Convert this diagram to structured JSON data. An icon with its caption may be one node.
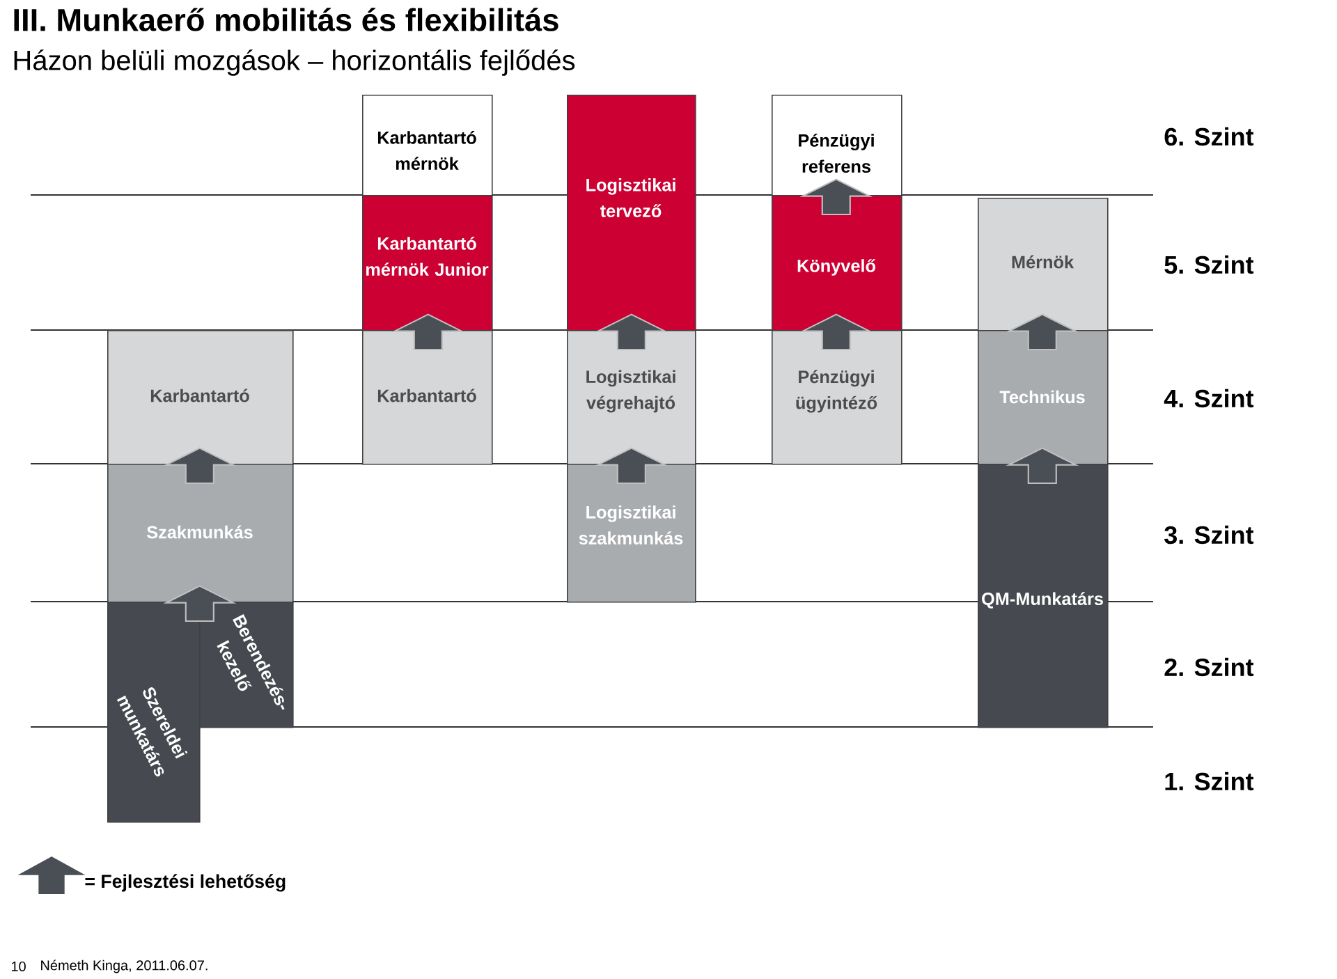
{
  "diagram": {
    "title": "III. Munkaerő mobilitás és flexibilitás",
    "nodes": [
      {
        "text": [
          "Karbantartó mérnök"
        ]
      },
      {
        "text": [
          "Logisztikai tervező"
        ]
      },
      {
        "text": [
          "Pénzügyi referens"
        ]
      },
      {
        "text": [
          "Karbantartó mérnök Junior"
        ]
      },
      {
        "text": [
          "Könyvelő"
        ]
      },
      {
        "text": [
          "Mérnök"
        ]
      },
      {
        "text": [
          "Karbantartó"
        ]
      },
      {
        "text": [
          "Karbantartó"
        ]
      },
      {
        "text": [
          "Logisztikai végrehajtó"
        ]
      },
      {
        "text": [
          "Pénzügyi ügyintéző"
        ]
      },
      {
        "text": [
          "Technikus"
        ]
      },
      {
        "text": [
          "Szakmunkás"
        ]
      },
      {
        "text": [
          "Logisztikai szakmunkás"
        ]
      },
      {
        "text": [
          "QM-Munkatárs"
        ]
      },
      {
        "text": [
          "Szereldei munkatárs"
        ]
      },
      {
        "text": [
          "Berendezés-kezelő"
        ]
      }
    ],
    "edges": [
      {
        "from": 4,
        "to": 2,
        "arrow": "to"
      },
      {
        "from": 7,
        "to": 3,
        "arrow": "to"
      },
      {
        "from": 8,
        "to": 1,
        "arrow": "to"
      },
      {
        "from": 9,
        "to": 4,
        "arrow": "to"
      },
      {
        "from": 10,
        "to": 5,
        "arrow": "to"
      },
      {
        "from": 11,
        "to": 6,
        "arrow": "to"
      },
      {
        "from": 12,
        "to": 8,
        "arrow": "to"
      },
      {
        "from": 13,
        "to": 10,
        "arrow": "to"
      },
      {
        "from": 14,
        "to": 11,
        "arrow": "to"
      }
    ],
    "labels": [
      "Házon belüli mozgások – horizontális fejlődés",
      "6. Szint",
      "5. Szint",
      "4. Szint",
      "3. Szint",
      "2. Szint",
      "1. Szint",
      "10",
      "Németh Kinga, 2011.06.07."
    ],
    "legend": [
      {
        "text": "= Fejlesztési lehetőség"
      }
    ]
  }
}
